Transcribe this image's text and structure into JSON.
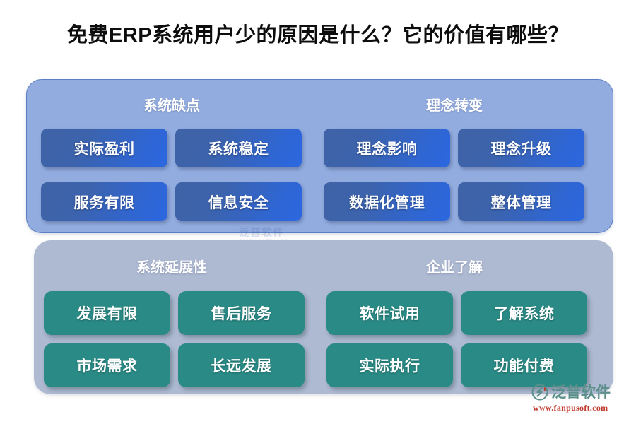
{
  "title": "免费ERP系统用户少的原因是什么？它的价值有哪些？",
  "colors": {
    "blue_panel_bg": "#92acdf",
    "blue_panel_border": "#5b7fc4",
    "slate_panel_bg": "#aeb9d2",
    "blue_card_start": "#3f63a6",
    "blue_card_end": "#2b67e0",
    "green_card": "#2a8a85",
    "title_text": "#0d0d0d",
    "header_text": "#ffffff",
    "card_text": "#ffffff",
    "brand_name": "#5a8f8a",
    "brand_url": "#c23b2f"
  },
  "panels": [
    {
      "name": "blue-panel",
      "groups": [
        {
          "header": "系统缺点",
          "cards": [
            "实际盈利",
            "系统稳定",
            "服务有限",
            "信息安全"
          ]
        },
        {
          "header": "理念转变",
          "cards": [
            "理念影响",
            "理念升级",
            "数据化管理",
            "整体管理"
          ]
        }
      ]
    },
    {
      "name": "slate-panel",
      "groups": [
        {
          "header": "系统延展性",
          "cards": [
            "发展有限",
            "售后服务",
            "市场需求",
            "长远发展"
          ]
        },
        {
          "header": "企业了解",
          "cards": [
            "软件试用",
            "了解系统",
            "实际执行",
            "功能付费"
          ]
        }
      ]
    }
  ],
  "watermark": {
    "text": "泛普软件",
    "sub": "FANPU SOFTWARE"
  },
  "brand": {
    "name": "泛普软件",
    "url": "www.fanpusoft.com"
  }
}
